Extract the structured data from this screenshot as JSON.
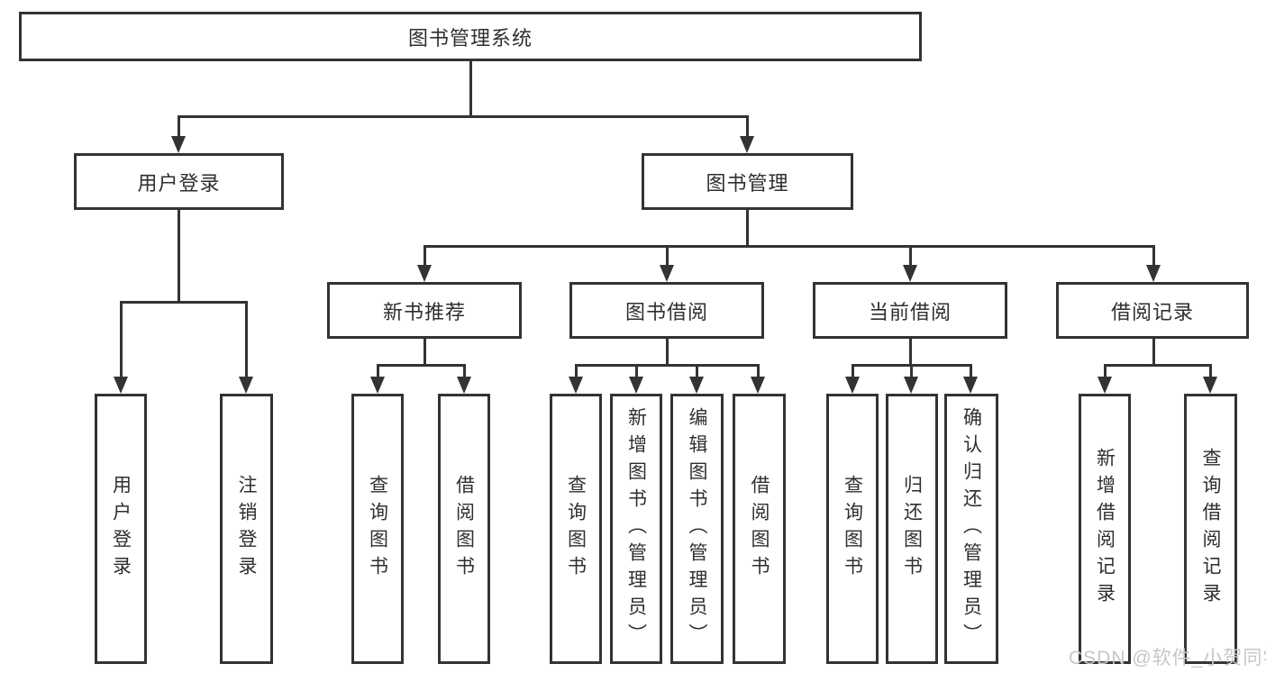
{
  "diagram": {
    "type": "tree",
    "title": "图书管理系统",
    "nodes": {
      "root": "图书管理系统",
      "user_login": "用户登录",
      "book_mgmt": "图书管理",
      "login": "用户登录",
      "logout": "注销登录",
      "new_books": "新书推荐",
      "book_borrow": "图书借阅",
      "current_borrow": "当前借阅",
      "borrow_records": "借阅记录",
      "nb_query": "查询图书",
      "nb_borrow": "借阅图书",
      "bb_query": "查询图书",
      "bb_add": "新增图书（管理员）",
      "bb_edit": "编辑图书（管理员）",
      "bb_borrow": "借阅图书",
      "cb_query": "查询图书",
      "cb_return": "归还图书",
      "cb_confirm": "确认归还（管理员）",
      "br_add": "新增借阅记录",
      "br_query": "查询借阅记录"
    },
    "hierarchy": {
      "图书管理系统": {
        "用户登录": [
          "用户登录",
          "注销登录"
        ],
        "图书管理": {
          "新书推荐": [
            "查询图书",
            "借阅图书"
          ],
          "图书借阅": [
            "查询图书",
            "新增图书（管理员）",
            "编辑图书（管理员）",
            "借阅图书"
          ],
          "当前借阅": [
            "查询图书",
            "归还图书",
            "确认归还（管理员）"
          ],
          "借阅记录": [
            "新增借阅记录",
            "查询借阅记录"
          ]
        }
      }
    },
    "colors": {
      "line": "#333333",
      "text": "#2f2f2f",
      "box_fill": "#ffffff",
      "background": "#ffffff",
      "watermark": "#c7c7c7"
    }
  },
  "watermark": "CSDN @软件_小贺同学"
}
